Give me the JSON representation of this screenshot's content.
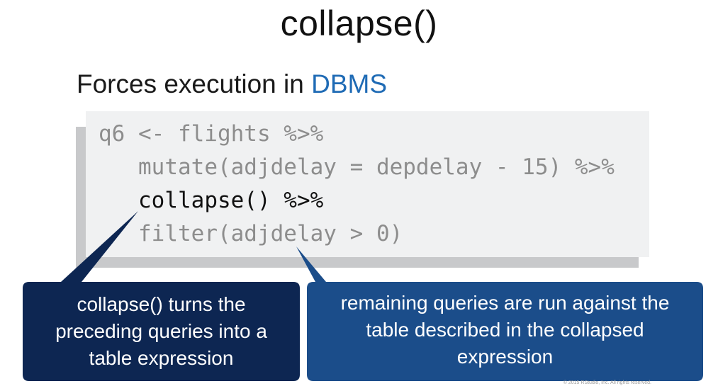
{
  "title": "collapse()",
  "subtitle": {
    "text": "Forces execution in ",
    "accent": "DBMS"
  },
  "code": {
    "lines": [
      "q6 <- flights %>%",
      "mutate(adjdelay = depdelay - 15) %>%",
      "collapse() %>%",
      "filter(adjdelay > 0)"
    ]
  },
  "callouts": {
    "left": {
      "line1": "collapse() turns the",
      "line2": "preceding queries into a",
      "line3": "table expression"
    },
    "right": {
      "line1": "remaining queries are run against the",
      "line2": "table described in the collapsed",
      "line3": "expression"
    }
  },
  "footer": {
    "copyright": "© 2015 RStudio, Inc. All rights reserved."
  },
  "colors": {
    "accent": "#1f6bb5",
    "callout_left": "#0d2652",
    "callout_right": "#1b4d8a",
    "code_bg": "#f0f1f2",
    "code_shadow": "#c8c9cb"
  }
}
